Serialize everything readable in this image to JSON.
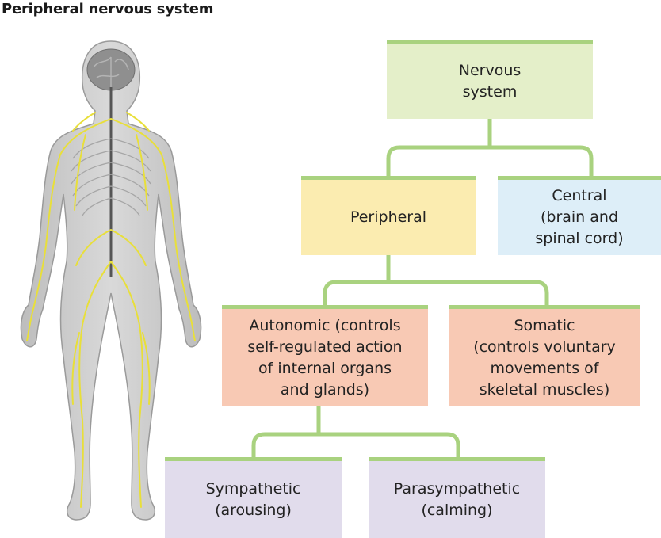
{
  "title": "Peripheral nervous system",
  "colors": {
    "connector": "#a9d27f",
    "nervous": "#e4efc9",
    "peripheral": "#fbecb0",
    "central": "#ddeef8",
    "branch": "#f8c9b4",
    "leaf": "#e1dcec",
    "nerve": "#e8df3a"
  },
  "diagram": {
    "nervous": "Nervous\nsystem",
    "peripheral": "Peripheral",
    "central": "Central\n(brain and\nspinal cord)",
    "autonomic": "Autonomic (controls\nself-regulated action\nof internal organs\nand glands)",
    "somatic": "Somatic\n(controls voluntary\nmovements of\nskeletal muscles)",
    "sympathetic": "Sympathetic\n(arousing)",
    "parasympathetic": "Parasympathetic\n(calming)"
  }
}
